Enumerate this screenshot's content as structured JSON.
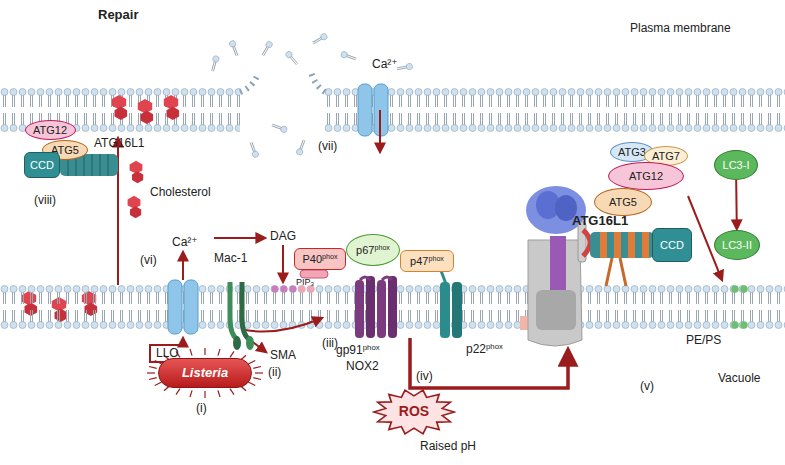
{
  "diagram": {
    "nodes": [
      {
        "text": [
          "ATG12"
        ]
      },
      {
        "text": [
          "ATG5"
        ]
      },
      {
        "text": [
          "CCD"
        ]
      },
      {
        "text": [
          "Listeria"
        ]
      },
      {
        "text": [
          "P40phox"
        ]
      },
      {
        "text": [
          "p67phox"
        ]
      },
      {
        "text": [
          "p47phox"
        ]
      },
      {
        "text": [
          "ROS"
        ]
      },
      {
        "text": [
          "ATG3"
        ]
      },
      {
        "text": [
          "ATG7"
        ]
      },
      {
        "text": [
          "ATG12"
        ]
      },
      {
        "text": [
          "ATG5"
        ]
      },
      {
        "text": [
          "CCD"
        ]
      },
      {
        "text": [
          "LC3-I"
        ]
      },
      {
        "text": [
          "LC3-II"
        ]
      }
    ],
    "edges": [
      {
        "from": 13,
        "to": 14,
        "arrow": "to"
      }
    ],
    "labels": [
      "Repair",
      "Plasma membrane",
      "Ca²⁺",
      "(vii)",
      "Cholesterol",
      "(viii)",
      "ATG16L1",
      "Ca²⁺",
      "(vi)",
      "DAG",
      "Mac-1",
      "LLO",
      "SMA",
      "(ii)",
      "(i)",
      "(iii)",
      "PIP₃",
      "gp91phox",
      "NOX2",
      "p22phox",
      "(iv)",
      "Raised pH",
      "ATG16L1",
      "(v)",
      "PE/PS",
      "Vacuole"
    ]
  }
}
